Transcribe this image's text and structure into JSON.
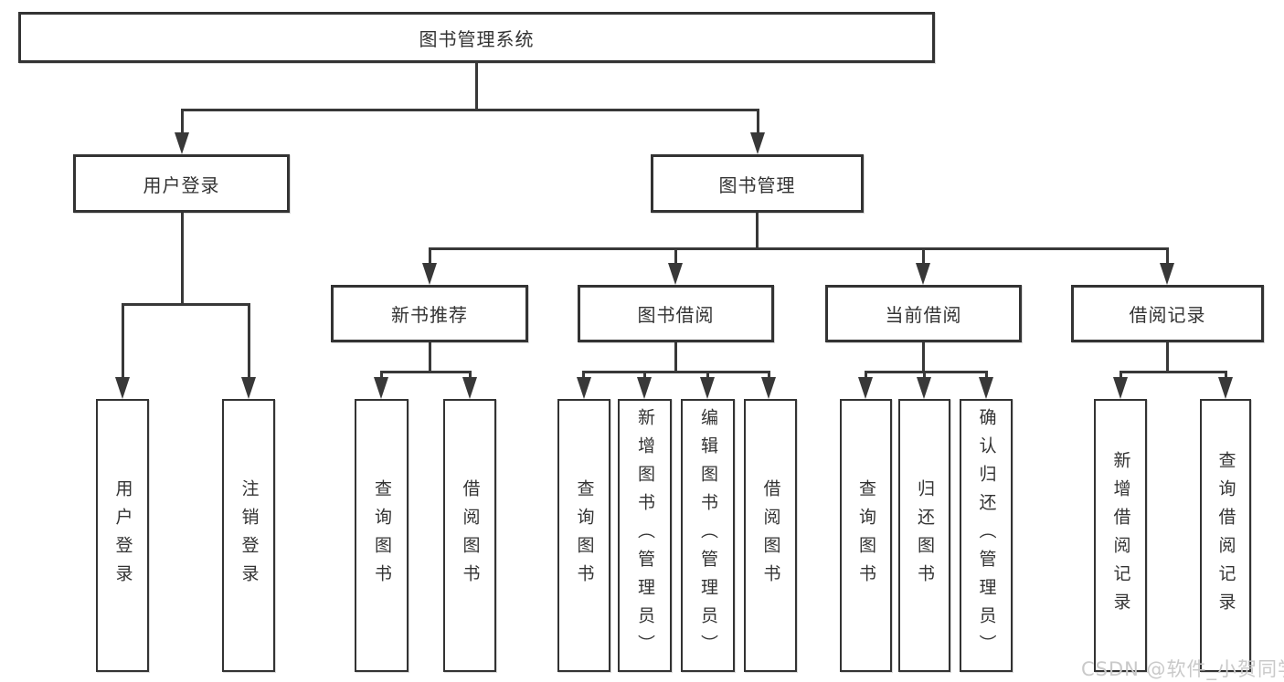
{
  "diagram": {
    "title": "图书管理系统",
    "type": "hierarchy-tree",
    "watermark": "CSDN @软件_小贺同学",
    "colors": {
      "line": "#383838",
      "box_border": "#333333",
      "text": "#333333",
      "background": "#ffffff",
      "watermark": "#c9c9c9"
    }
  },
  "nodes": {
    "root": {
      "label": "图书管理系统"
    },
    "user_login": {
      "label": "用户登录"
    },
    "book_management": {
      "label": "图书管理"
    },
    "new_book_recommend": {
      "label": "新书推荐"
    },
    "book_borrowing": {
      "label": "图书借阅"
    },
    "current_borrowing": {
      "label": "当前借阅"
    },
    "borrowing_records": {
      "label": "借阅记录"
    },
    "leaf_user_login": {
      "label": "用户登录"
    },
    "leaf_logout_login": {
      "label": "注销登录"
    },
    "leaf_query_book_recommend": {
      "label": "查询图书"
    },
    "leaf_borrow_book_recommend": {
      "label": "借阅图书"
    },
    "leaf_query_book_borrowing": {
      "label": "查询图书"
    },
    "leaf_add_book_admin": {
      "label": "新增图书（管理员）"
    },
    "leaf_edit_book_admin": {
      "label": "编辑图书（管理员）"
    },
    "leaf_borrow_book_borrowing": {
      "label": "借阅图书"
    },
    "leaf_query_book_current": {
      "label": "查询图书"
    },
    "leaf_return_book": {
      "label": "归还图书"
    },
    "leaf_confirm_return_admin": {
      "label": "确认归还（管理员）"
    },
    "leaf_add_borrow_record": {
      "label": "新增借阅记录"
    },
    "leaf_query_borrow_record": {
      "label": "查询借阅记录"
    }
  },
  "hierarchy": {
    "root": [
      "user_login",
      "book_management"
    ],
    "user_login": [
      "leaf_user_login",
      "leaf_logout_login"
    ],
    "book_management": [
      "new_book_recommend",
      "book_borrowing",
      "current_borrowing",
      "borrowing_records"
    ],
    "new_book_recommend": [
      "leaf_query_book_recommend",
      "leaf_borrow_book_recommend"
    ],
    "book_borrowing": [
      "leaf_query_book_borrowing",
      "leaf_add_book_admin",
      "leaf_edit_book_admin",
      "leaf_borrow_book_borrowing"
    ],
    "current_borrowing": [
      "leaf_query_book_current",
      "leaf_return_book",
      "leaf_confirm_return_admin"
    ],
    "borrowing_records": [
      "leaf_add_borrow_record",
      "leaf_query_borrow_record"
    ]
  }
}
